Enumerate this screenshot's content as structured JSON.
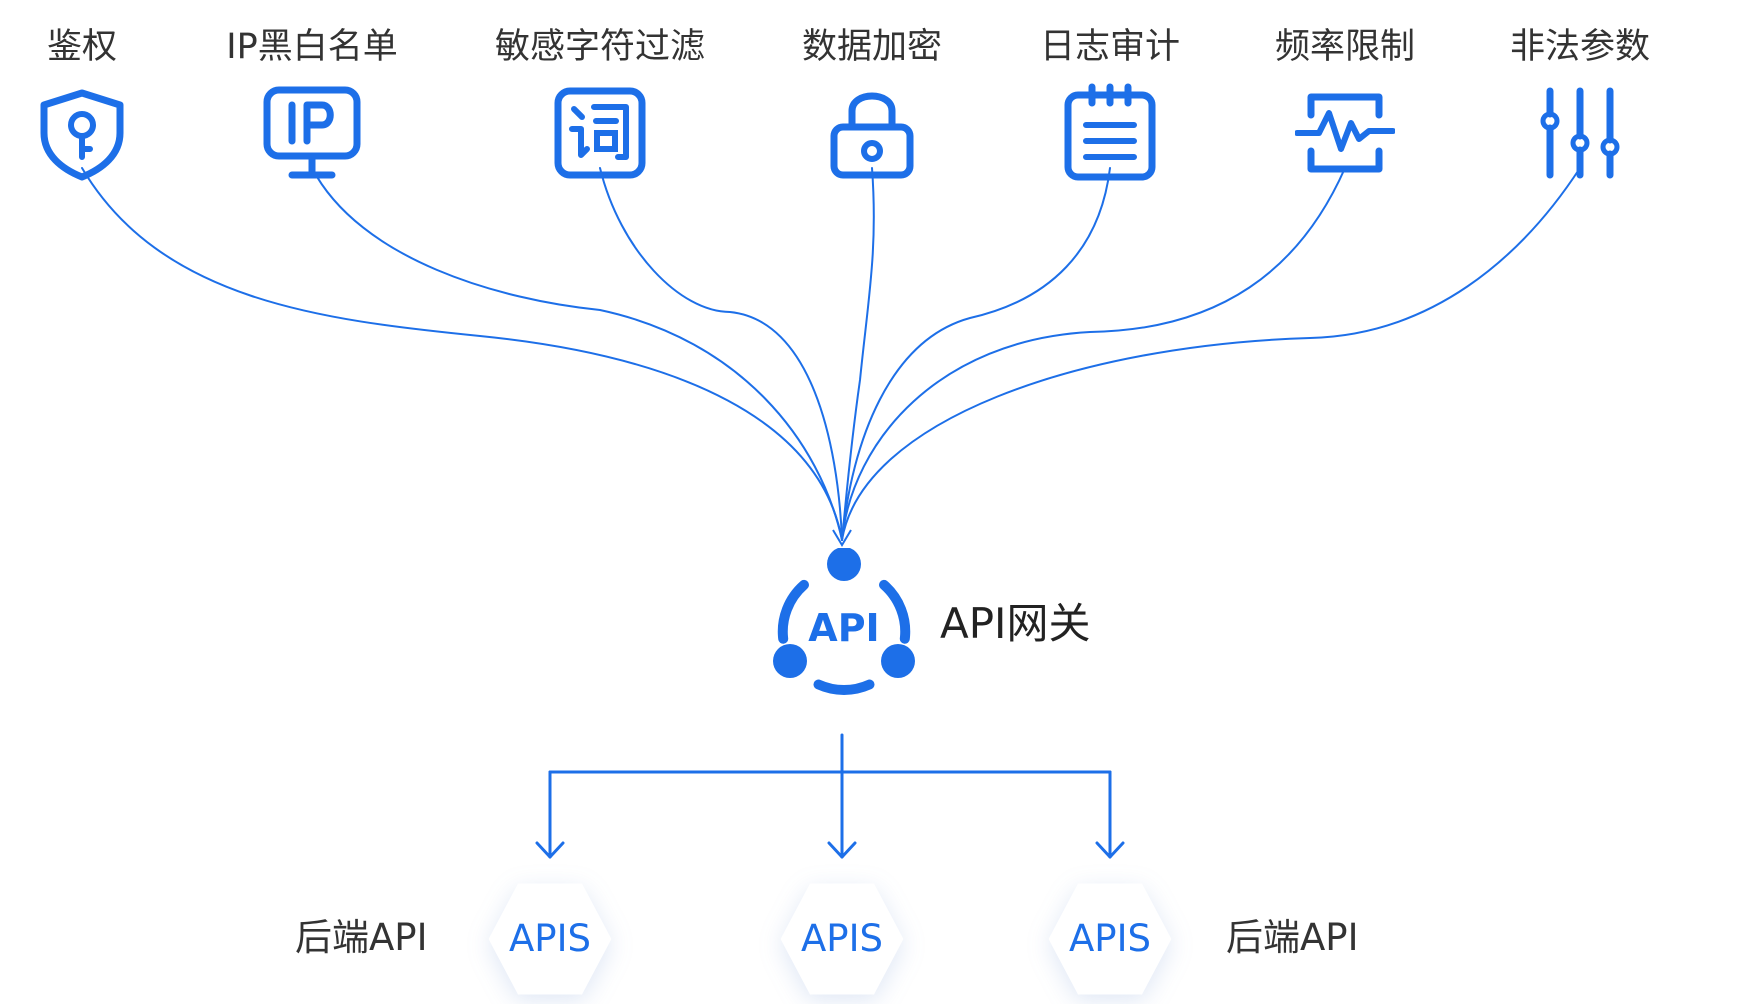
{
  "features": [
    {
      "id": "auth",
      "label": "鉴权",
      "icon": "shield-key-icon"
    },
    {
      "id": "ip",
      "label": "IP黑白名单",
      "icon": "ip-monitor-icon"
    },
    {
      "id": "word",
      "label": "敏感字符过滤",
      "icon": "word-filter-icon"
    },
    {
      "id": "encrypt",
      "label": "数据加密",
      "icon": "lock-icon"
    },
    {
      "id": "audit",
      "label": "日志审计",
      "icon": "notepad-icon"
    },
    {
      "id": "rate",
      "label": "频率限制",
      "icon": "pulse-icon"
    },
    {
      "id": "params",
      "label": "非法参数",
      "icon": "sliders-icon"
    }
  ],
  "gateway": {
    "icon_text": "API",
    "label": "API网关",
    "icon": "api-gateway-icon"
  },
  "backend": {
    "left_label": "后端API",
    "right_label": "后端API",
    "nodes": [
      "APIS",
      "APIS",
      "APIS"
    ]
  },
  "colors": {
    "accent": "#1d6fe8",
    "text": "#333333",
    "background": "#ffffff"
  }
}
